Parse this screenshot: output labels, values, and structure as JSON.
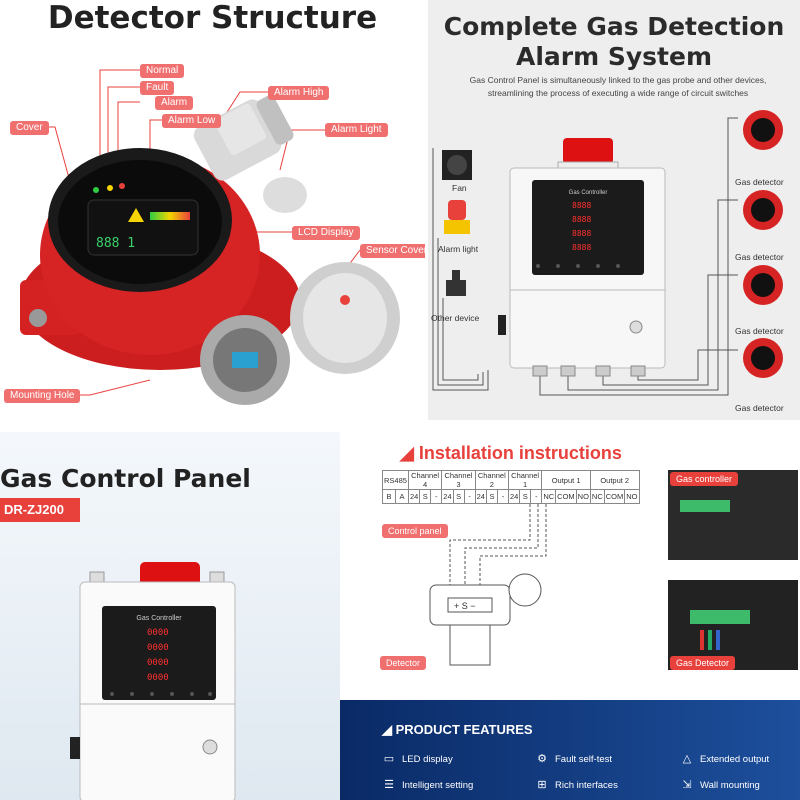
{
  "detector_structure": {
    "title": "Detector Structure",
    "labels": {
      "normal": "Normal",
      "fault": "Fault",
      "alarm": "Alarm",
      "alarm_low": "Alarm Low",
      "alarm_high": "Alarm High",
      "alarm_light": "Alarm Light",
      "cover": "Cover",
      "lcd_display": "LCD Display",
      "sensor_cover": "Sensor Cover",
      "mounting_hole": "Mounting Hole"
    },
    "lcd_value": "888 1"
  },
  "system": {
    "title_line1": "Complete Gas Detection",
    "title_line2": "Alarm System",
    "subtitle_line1": "Gas Control Panel is simultaneously linked to the gas probe and other devices,",
    "subtitle_line2": "streamlining the process of executing a wide range of circuit switches",
    "fan": "Fan",
    "alarm_light": "Alarm light",
    "other_device": "Other device",
    "gas_detector": "Gas detector",
    "controller_title": "Gas Controller",
    "display_value": "8888"
  },
  "panel": {
    "title": "Gas Control Panel",
    "model": "DR-ZJ200",
    "controller_title": "Gas Controller",
    "display_value": "0000"
  },
  "installation": {
    "title": "Installation instructions",
    "headers": [
      "RS485",
      "Channel 4",
      "Channel 3",
      "Channel 2",
      "Channel 1",
      "Output 1",
      "Output 2"
    ],
    "terminals": [
      "B",
      "A",
      "24",
      "S",
      "-",
      "24",
      "S",
      "-",
      "24",
      "S",
      "-",
      "24",
      "S",
      "-",
      "NC",
      "COM",
      "NO",
      "NC",
      "COM",
      "NO"
    ],
    "control_panel": "Control panel",
    "detector": "Detector",
    "gas_controller": "Gas controller",
    "gas_detector": "Gas Detector"
  },
  "features": {
    "title": "PRODUCT FEATURES",
    "items": [
      "LED display",
      "Fault self-test",
      "Extended output",
      "Intelligent setting",
      "Rich interfaces",
      "Wall mounting"
    ]
  }
}
